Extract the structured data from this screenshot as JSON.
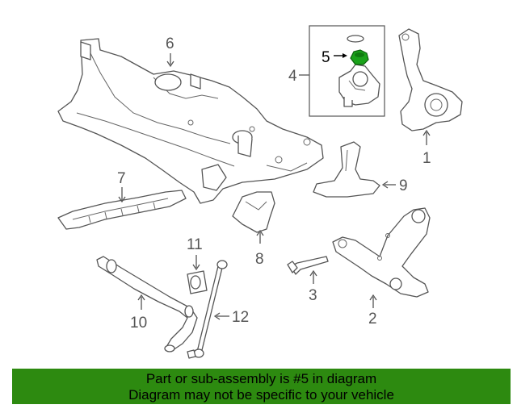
{
  "diagram": {
    "callouts": {
      "c1": "1",
      "c2": "2",
      "c3": "3",
      "c4": "4",
      "c5": "5",
      "c6": "6",
      "c7": "7",
      "c8": "8",
      "c9": "9",
      "c10": "10",
      "c11": "11",
      "c12": "12"
    },
    "highlighted_part": "5",
    "highlight_color": "#1aa21a"
  },
  "banner": {
    "line1": "Part or sub-assembly is #5 in diagram",
    "line2": "Diagram may not be specific to your vehicle",
    "background": "#2d8a10"
  }
}
